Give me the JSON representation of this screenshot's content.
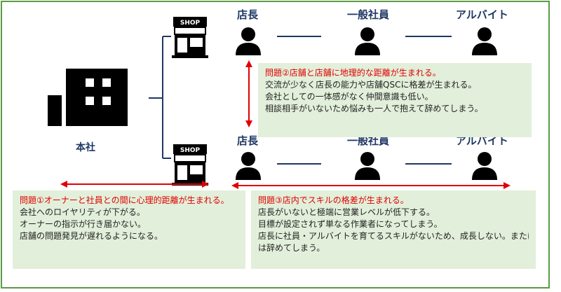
{
  "headquarters": {
    "label": "本社",
    "icon": "building-icon"
  },
  "shop_sign": "SHOP",
  "top_row": {
    "roles": [
      "店長",
      "一般社員",
      "アルバイト"
    ]
  },
  "bottom_row": {
    "roles": [
      "店長",
      "一般社員",
      "アルバイト"
    ]
  },
  "problem2": {
    "title": "問題②店舗と店舗に地理的な距離が生まれる。",
    "lines": [
      "交流が少なく店長の能力や店舗QSCに格差が生まれる。",
      "会社としての一体感がなく仲間意識も低い。",
      "相談相手がいないため悩みも一人で抱えて辞めてしまう。"
    ]
  },
  "problem1": {
    "title": "問題①オーナーと社員との間に心理的距離が生まれる。",
    "lines": [
      "会社へのロイヤリティが下がる。",
      "オーナーの指示が行き届かない。",
      "店舗の問題発見が遅れるようになる。"
    ]
  },
  "problem3": {
    "title": "問題③店内でスキルの格差が生まれる。",
    "lines": [
      "店長がいないと極端に営業レベルが低下する。",
      "目標が設定されず単なる作業者になってしまう。",
      "店長に社員・アルバイトを育てるスキルがないため、成長しない。または",
      "は辞めてしまう。"
    ]
  },
  "colors": {
    "navy": "#1f3864",
    "black": "#000000",
    "red": "#e00000",
    "box_bg": "#e2efda",
    "frame": "#5b9b44"
  }
}
